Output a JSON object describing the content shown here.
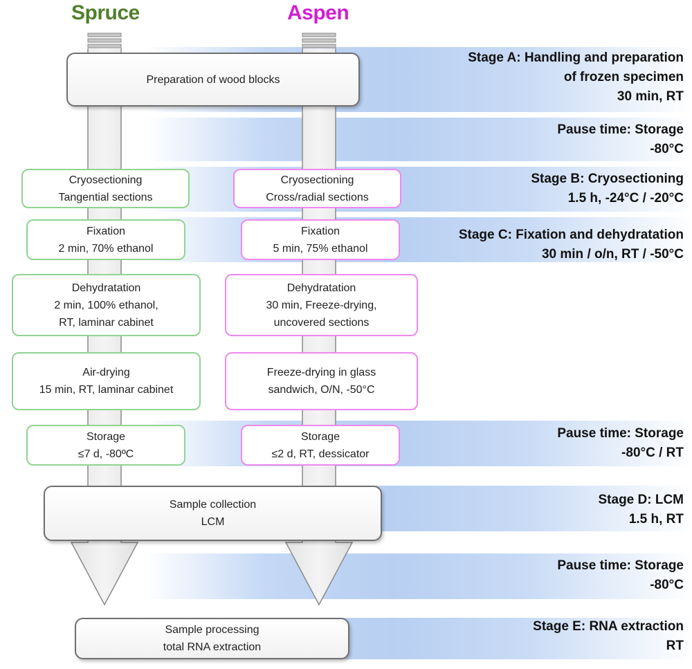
{
  "species": {
    "spruce": {
      "label": "Spruce",
      "color": "#4f7f2a"
    },
    "aspen": {
      "label": "Aspen",
      "color": "#d21fd2"
    }
  },
  "stages": {
    "a": {
      "line1": "Stage A: Handling and preparation",
      "line2": "of frozen specimen",
      "line3": "30 min, RT"
    },
    "pause1": {
      "line1": "Pause time: Storage",
      "line2": "-80°C"
    },
    "b": {
      "line1": "Stage B: Cryosectioning",
      "line2": "1.5 h, -24°C / -20°C"
    },
    "c": {
      "line1": "Stage C: Fixation and dehydratation",
      "line2": "30 min / o/n, RT / -50°C"
    },
    "pause2": {
      "line1": "Pause time: Storage",
      "line2": "-80°C / RT"
    },
    "d": {
      "line1": "Stage D: LCM",
      "line2": "1.5 h, RT"
    },
    "pause3": {
      "line1": "Pause time: Storage",
      "line2": "-80°C"
    },
    "e": {
      "line1": "Stage E: RNA extraction",
      "line2": "RT"
    }
  },
  "boxes": {
    "prep": {
      "line1": "Preparation of wood blocks"
    },
    "collection": {
      "line1": "Sample collection",
      "line2": "LCM"
    },
    "processing": {
      "line1": "Sample processing",
      "line2": "total RNA extraction"
    },
    "spruce": {
      "cryo": {
        "line1": "Cryosectioning",
        "line2": "Tangential sections"
      },
      "fixation": {
        "line1": "Fixation",
        "line2": "2 min, 70% ethanol"
      },
      "dehydration": {
        "line1": "Dehydratation",
        "line2": "2 min, 100% ethanol,",
        "line3": "RT, laminar cabinet"
      },
      "drying": {
        "line1": "Air-drying",
        "line2": "15 min, RT, laminar cabinet"
      },
      "storage": {
        "line1": "Storage",
        "line2": "≤7 d, -80ºC"
      }
    },
    "aspen": {
      "cryo": {
        "line1": "Cryosectioning",
        "line2": "Cross/radial sections"
      },
      "fixation": {
        "line1": "Fixation",
        "line2": "5 min, 75% ethanol"
      },
      "dehydration": {
        "line1": "Dehydratation",
        "line2": "30 min, Freeze-drying,",
        "line3": "uncovered sections"
      },
      "drying": {
        "line1": "Freeze-drying  in glass",
        "line2": "sandwich, O/N, -50°C"
      },
      "storage": {
        "line1": "Storage",
        "line2": "≤2 d, RT, dessicator"
      }
    }
  }
}
